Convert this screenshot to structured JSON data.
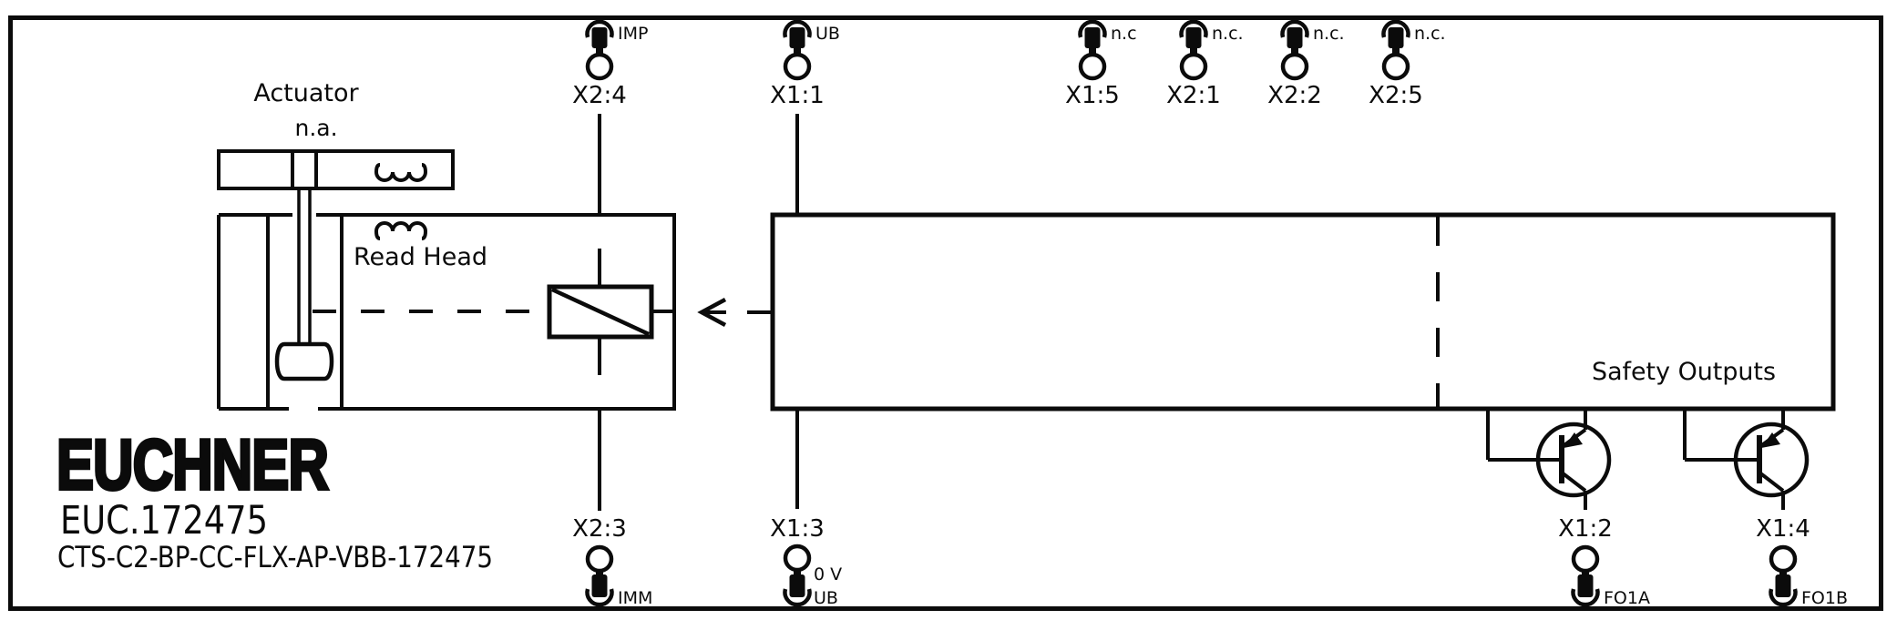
{
  "labels": {
    "actuator": "Actuator",
    "actuator_state": "n.a.",
    "read_head": "Read Head",
    "safety_outputs": "Safety Outputs"
  },
  "brand": {
    "logo": "EUCHNER",
    "device_id": "EUC.172475",
    "type_code": "CTS-C2-BP-CC-FLX-AP-VBB-172475"
  },
  "top_connectors": [
    {
      "port": "X2:4",
      "signal": "IMP"
    },
    {
      "port": "X1:1",
      "signal": "UB"
    },
    {
      "port": "X1:5",
      "signal": "n.c"
    },
    {
      "port": "X2:1",
      "signal": "n.c."
    },
    {
      "port": "X2:2",
      "signal": "n.c."
    },
    {
      "port": "X2:5",
      "signal": "n.c."
    }
  ],
  "bottom_connectors": [
    {
      "port": "X2:3",
      "signal": "IMM"
    },
    {
      "port": "X1:3",
      "signal_upper": "0 V",
      "signal": "UB"
    },
    {
      "port": "X1:2",
      "signal": "FO1A"
    },
    {
      "port": "X1:4",
      "signal": "FO1B"
    }
  ],
  "colors": {
    "ink": "#0b0b0b",
    "background": "#ffffff"
  }
}
